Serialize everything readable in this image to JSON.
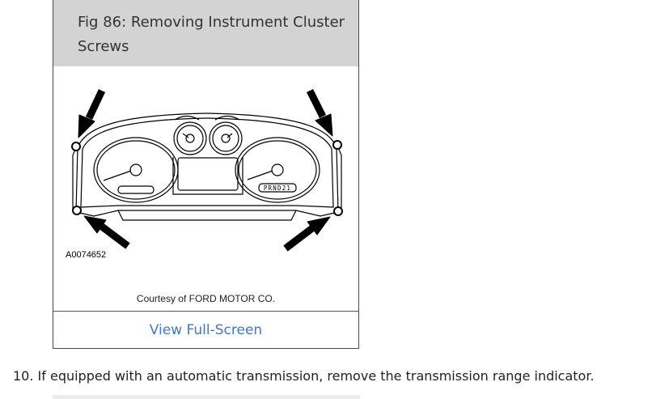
{
  "figure": {
    "title": "Fig 86: Removing Instrument Cluster Screws",
    "code": "A0074652",
    "gear_indicator": "PRND21",
    "credit": "Courtesy of FORD MOTOR CO.",
    "fullscreen_label": "View Full-Screen"
  },
  "step": {
    "text": "10. If equipped with an automatic transmission, remove the transmission range indicator."
  }
}
